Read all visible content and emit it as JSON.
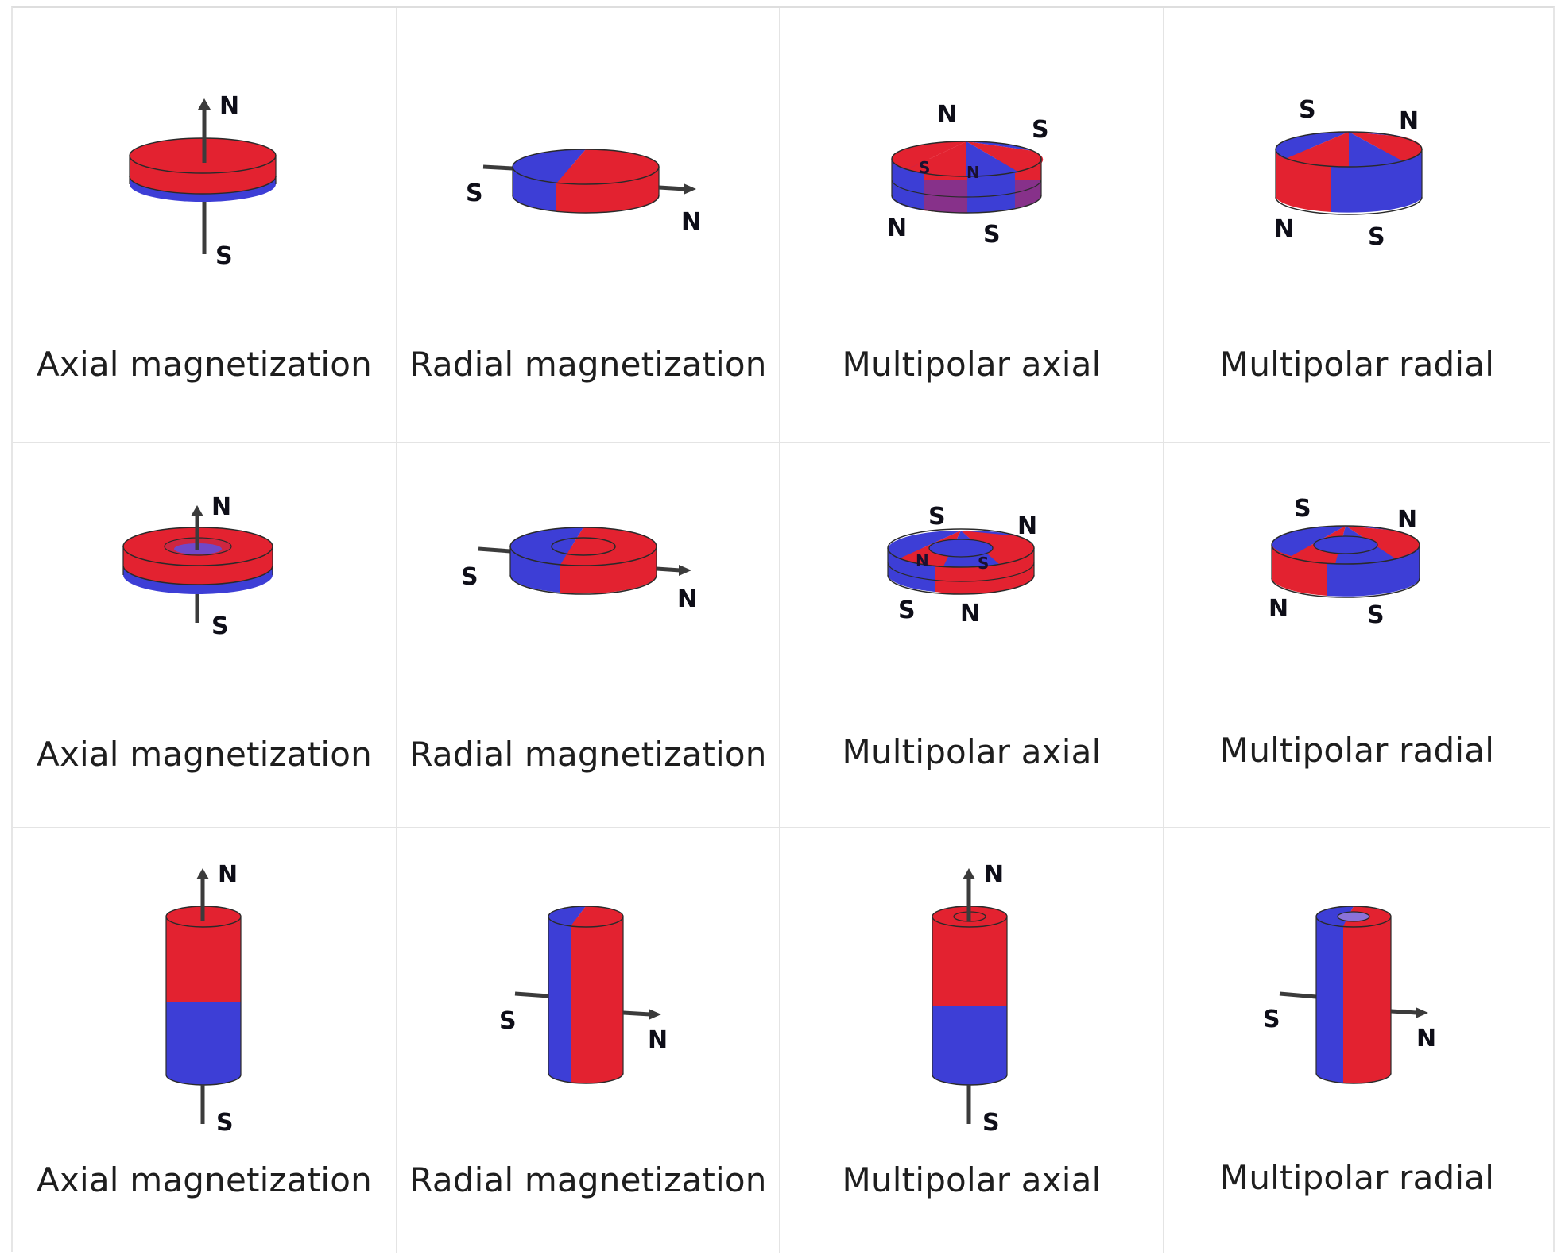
{
  "colors": {
    "north_red": "#e32230",
    "south_blue": "#3d3ed6",
    "rod": "#3b3b3b",
    "grid_line": "#e4e4e4",
    "caption_text": "#1e1e1e"
  },
  "rows": [
    {
      "shape": "disc",
      "cells": [
        {
          "caption": "Axial magnetization",
          "poles": [
            "N",
            "S"
          ]
        },
        {
          "caption": "Radial magnetization",
          "poles": [
            "S",
            "N"
          ]
        },
        {
          "caption": "Multipolar axial",
          "poles": [
            "N",
            "S",
            "S",
            "N",
            "N",
            "S"
          ]
        },
        {
          "caption": "Multipolar radial",
          "poles": [
            "S",
            "N",
            "N",
            "S"
          ]
        }
      ]
    },
    {
      "shape": "ring",
      "cells": [
        {
          "caption": "Axial magnetization",
          "poles": [
            "N",
            "S"
          ]
        },
        {
          "caption": "Radial magnetization",
          "poles": [
            "S",
            "N"
          ]
        },
        {
          "caption": "Multipolar axial",
          "poles": [
            "S",
            "N",
            "N",
            "S",
            "S",
            "N"
          ]
        },
        {
          "caption": "Multipolar radial",
          "poles": [
            "S",
            "N",
            "N",
            "S"
          ]
        }
      ]
    },
    {
      "shape": "cylinder",
      "cells": [
        {
          "caption": "Axial magnetization",
          "poles": [
            "N",
            "S"
          ]
        },
        {
          "caption": "Radial magnetization",
          "poles": [
            "S",
            "N"
          ]
        },
        {
          "caption": "Multipolar axial",
          "poles": [
            "N",
            "S"
          ]
        },
        {
          "caption": "Multipolar radial",
          "poles": [
            "S",
            "N"
          ]
        }
      ]
    }
  ]
}
